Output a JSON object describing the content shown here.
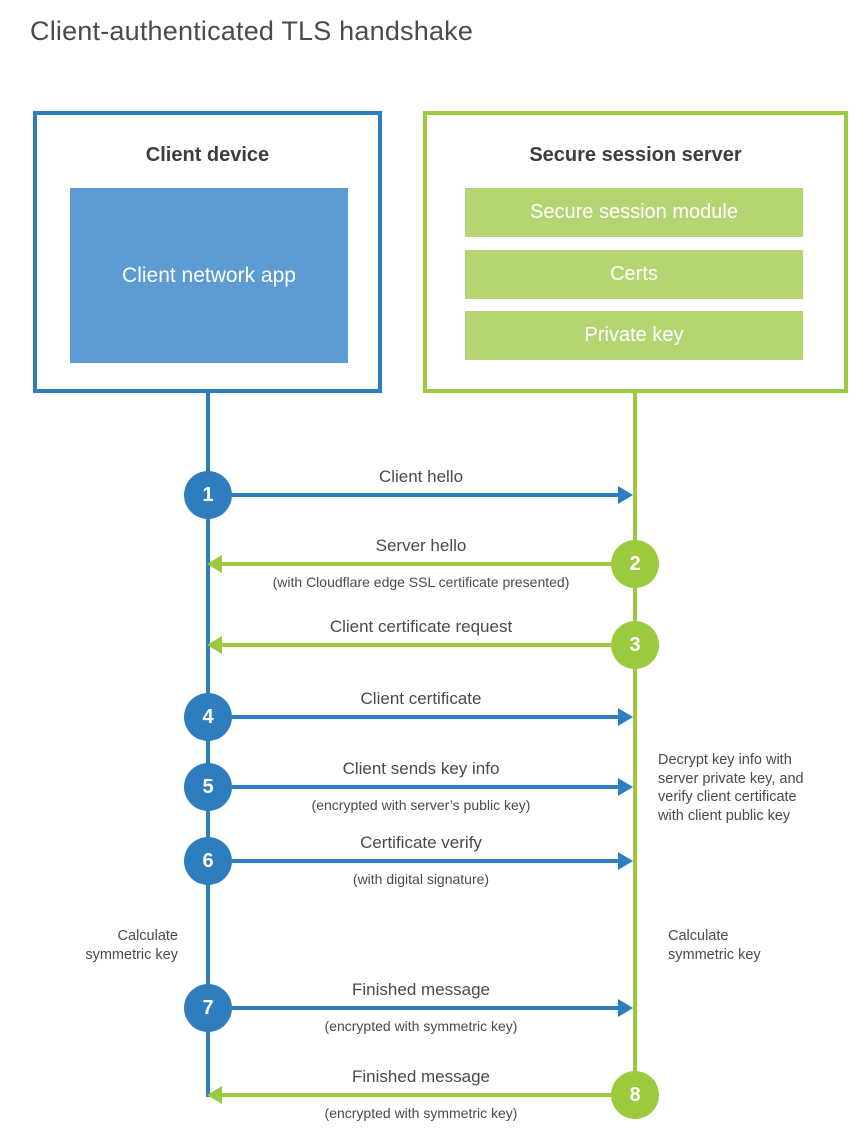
{
  "title": "Client-authenticated TLS handshake",
  "client_box": {
    "title": "Client device",
    "app_label": "Client network app"
  },
  "server_box": {
    "title": "Secure session server",
    "modules": [
      "Secure session module",
      "Certs",
      "Private key"
    ]
  },
  "steps": [
    {
      "num": "1",
      "dir": "right",
      "label": "Client hello",
      "sub": ""
    },
    {
      "num": "2",
      "dir": "left",
      "label": "Server hello",
      "sub": "(with Cloudflare edge SSL certificate presented)"
    },
    {
      "num": "3",
      "dir": "left",
      "label": "Client certificate request",
      "sub": ""
    },
    {
      "num": "4",
      "dir": "right",
      "label": "Client certificate",
      "sub": ""
    },
    {
      "num": "5",
      "dir": "right",
      "label": "Client sends key info",
      "sub": "(encrypted with server’s public key)"
    },
    {
      "num": "6",
      "dir": "right",
      "label": "Certificate verify",
      "sub": "(with digital signature)"
    },
    {
      "num": "7",
      "dir": "right",
      "label": "Finished message",
      "sub": "(encrypted with symmetric key)"
    },
    {
      "num": "8",
      "dir": "left",
      "label": "Finished message",
      "sub": "(encrypted with symmetric key)"
    }
  ],
  "annotations": {
    "decrypt_note": "Decrypt key info with server private key, and verify client certificate with client public key",
    "calc_symmetric_left": "Calculate symmetric key",
    "calc_symmetric_right": "Calculate symmetric key"
  },
  "colors": {
    "blue": "#2e7dbf",
    "blue_fill": "#5d9bd3",
    "green": "#9cca3e",
    "green_fill": "#b4d572",
    "text": "#4a4a4a"
  }
}
